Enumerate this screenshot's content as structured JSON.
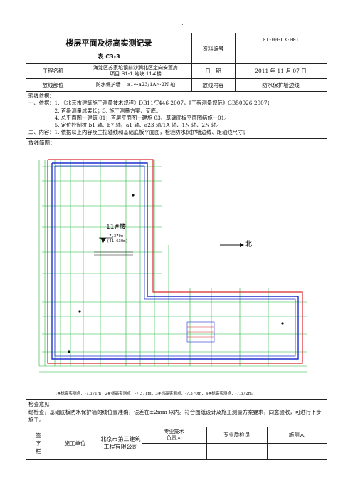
{
  "page": {
    "top_mark": ".",
    "bottom_mark": "."
  },
  "header": {
    "title": "楼层平面及标高实测记录",
    "table_no": "表 C3-3",
    "doc_no_label": "资料编号",
    "doc_no_value": "01-00-C3-001"
  },
  "info": {
    "project_label": "工程名称",
    "project_value_line1": "海淀区苏家坨镇前沙涧北区定向安置房",
    "project_value_line2": "项目 S1-1 地块 11#楼",
    "date_label": "日　期",
    "date_value": "2011 年 11 月 07 日",
    "location_label": "放线部位",
    "location_value": "防水保护墙　 a1～a23/1A～2N 轴",
    "content_label": "放线内容",
    "content_value": "防水保护墙边线"
  },
  "basis": {
    "heading": "验线依据：",
    "line1": "一、依据：1. 《北京市建筑施工测量技术规程》DB11/T446-2007，《工程测量规范》GB50026-2007；",
    "line2": "　　　　　2. 首级测量成果长；3. 施工测量方案、交底。",
    "line3": "　　　　　4. 总平面图一建筑 01；首层平面图一建施 03、基础底板平面图结施一01。",
    "line4": "　　　　　5. 定位控制桩 b1 轴、b7 轴、a1 轴、a23 轴/1A 轴、1N 轴、2N 轴。",
    "line5": "二、内容：1. 依据以上内容及主控轴线和基础底板平面图，检验防水保护墙边线、距轴线尺寸；"
  },
  "sketch": {
    "heading": "放线简图：",
    "north_label": "北",
    "building_label": "11#楼",
    "elev_1": "-7.370m",
    "elev_2": "(41.630m)",
    "measure_note": "1#标高实测点：-7.371m；2#标高实测点：-7.371m；3#标高实测点：-7.370m；4#标高实测点：-7.372m。"
  },
  "opinion": {
    "heading": "检查意见：",
    "text": "经检查，基础底板防水保护墙的线位置准确，误差在±2mm 以内。符合图纸设计及施工测量方案要求，同意验收，可进行下步施工。"
  },
  "sign": {
    "col_label": "签\n字\n栏",
    "unit_label": "施工单位",
    "unit_value_line1": "北京市第三建筑",
    "unit_value_line2": "工程有限公司",
    "tech_label_line1": "专业技术",
    "tech_label_line2": "负责人",
    "qc_label": "专业质检员",
    "surveyor_label": "施测人"
  },
  "colors": {
    "drawing_red": "#d8262a",
    "drawing_green": "#1fb33c",
    "drawing_blue": "#1f2fd0",
    "outline": "#222222"
  }
}
